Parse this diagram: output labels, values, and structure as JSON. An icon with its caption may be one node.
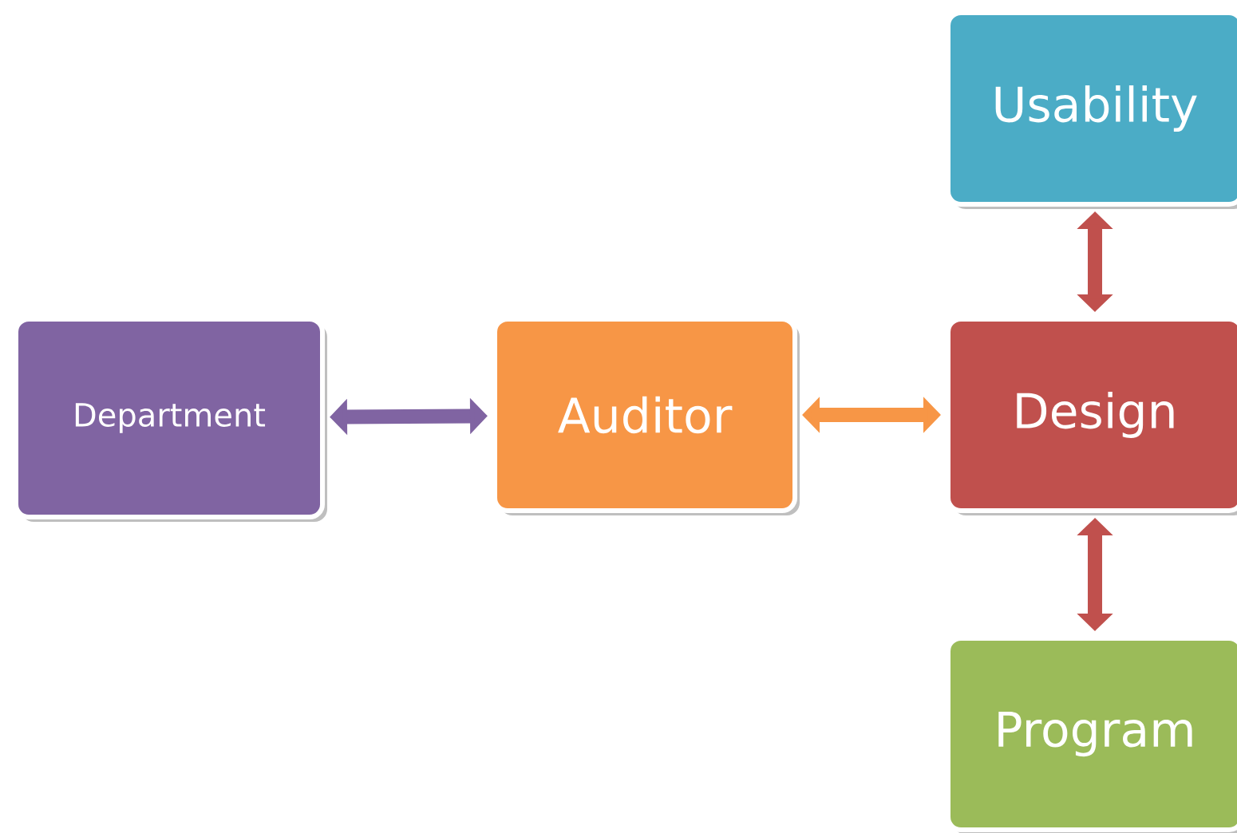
{
  "diagram": {
    "nodes": [
      {
        "text": [
          "Usability"
        ]
      },
      {
        "text": [
          "Department"
        ]
      },
      {
        "text": [
          "Auditor"
        ]
      },
      {
        "text": [
          "Design"
        ]
      },
      {
        "text": [
          "Program"
        ]
      }
    ],
    "edges": [
      {
        "from": 1,
        "to": 2,
        "arrow": "both",
        "color": "#8064a2"
      },
      {
        "from": 2,
        "to": 3,
        "arrow": "both",
        "color": "#f79646"
      },
      {
        "from": 0,
        "to": 3,
        "arrow": "both",
        "color": "#c0504d"
      },
      {
        "from": 3,
        "to": 4,
        "arrow": "both",
        "color": "#c0504d"
      }
    ]
  }
}
